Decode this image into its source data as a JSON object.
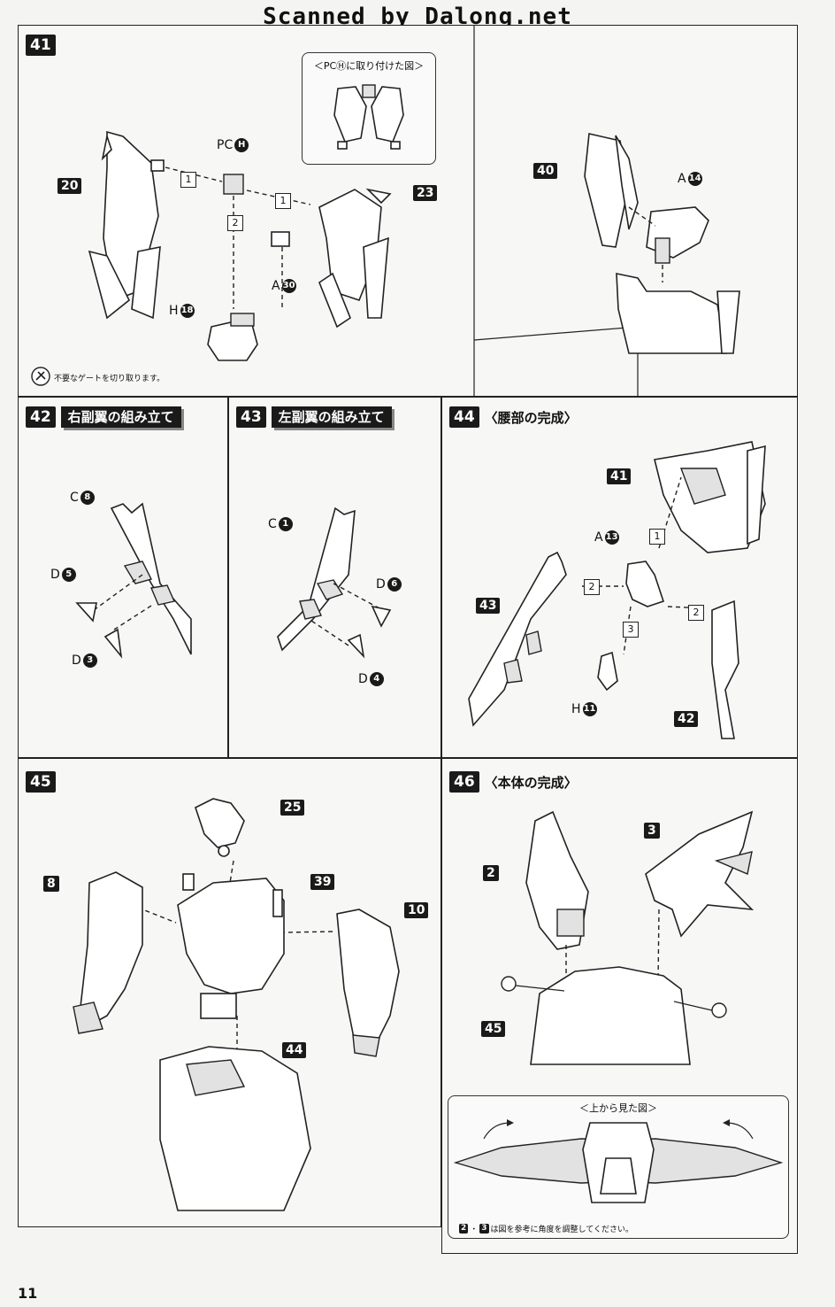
{
  "watermark": "Scanned by Dalong.net",
  "page_number": "11",
  "steps": {
    "s41": {
      "number": "41",
      "inset_title": "＜PCⒽに取り付けた図＞",
      "pc_label": "PC",
      "pc_circle": "H",
      "parts": {
        "p20": "20",
        "p23": "23",
        "p40": "40"
      },
      "a30": {
        "letter": "A",
        "num": "30"
      },
      "h18": {
        "letter": "H",
        "num": "18"
      },
      "a14": {
        "letter": "A",
        "num": "14"
      },
      "order": [
        "1",
        "1",
        "2"
      ],
      "note": "不要なゲートを切り取ります。"
    },
    "s42": {
      "number": "42",
      "title": "右副翼の組み立て",
      "c": {
        "letter": "C",
        "num": "8"
      },
      "d1": {
        "letter": "D",
        "num": "5"
      },
      "d2": {
        "letter": "D",
        "num": "3"
      }
    },
    "s43": {
      "number": "43",
      "title": "左副翼の組み立て",
      "c": {
        "letter": "C",
        "num": "1"
      },
      "d1": {
        "letter": "D",
        "num": "6"
      },
      "d2": {
        "letter": "D",
        "num": "4"
      }
    },
    "s44": {
      "number": "44",
      "title": "〈腰部の完成〉",
      "parts": {
        "p41": "41",
        "p43": "43",
        "p42": "42"
      },
      "a13": {
        "letter": "A",
        "num": "13"
      },
      "h11": {
        "letter": "H",
        "num": "11"
      },
      "order": [
        "1",
        "2",
        "2",
        "3"
      ]
    },
    "s45": {
      "number": "45",
      "parts": {
        "p25": "25",
        "p8": "8",
        "p39": "39",
        "p10": "10",
        "p44": "44"
      }
    },
    "s46": {
      "number": "46",
      "title": "〈本体の完成〉",
      "parts": {
        "p2": "2",
        "p3": "3",
        "p45": "45"
      },
      "inset_title": "＜上から見た図＞",
      "note_badges": [
        "2",
        "3"
      ],
      "note": "は図を参考に角度を調整してください。"
    }
  }
}
